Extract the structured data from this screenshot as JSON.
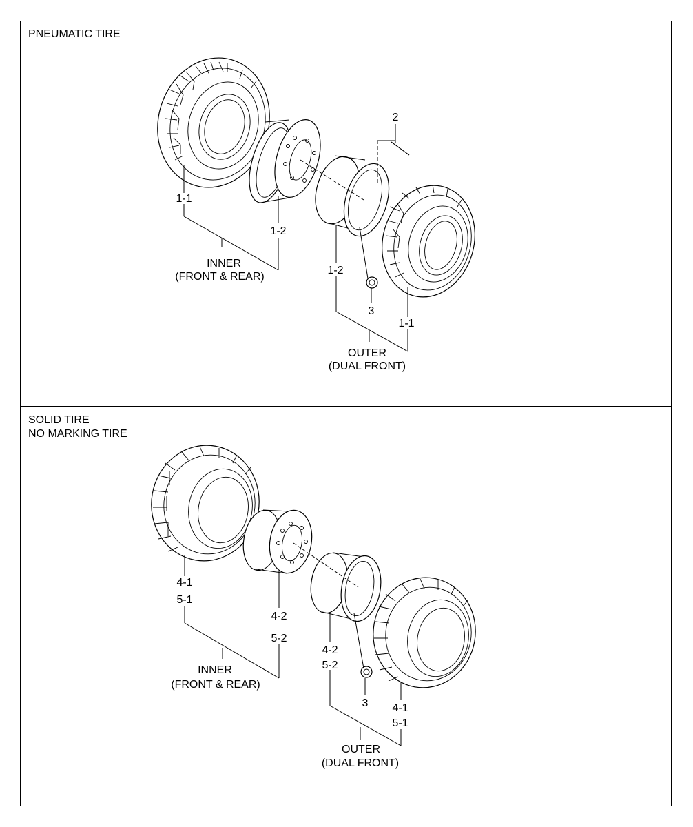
{
  "panels": {
    "pneumatic": {
      "title": "PNEUMATIC TIRE",
      "labels": {
        "inner_tire": "1-1",
        "inner_rim": "1-2",
        "inner_group": "INNER",
        "inner_group_sub": "(FRONT & REAR)",
        "valve": "2",
        "outer_rim": "1-2",
        "nut": "3",
        "outer_tire": "1-1",
        "outer_group": "OUTER",
        "outer_group_sub": "(DUAL FRONT)"
      }
    },
    "solid": {
      "title_line1": "SOLID TIRE",
      "title_line2": "NO MARKING TIRE",
      "labels": {
        "inner_tire_a": "4-1",
        "inner_tire_b": "5-1",
        "inner_rim_a": "4-2",
        "inner_rim_b": "5-2",
        "inner_group": "INNER",
        "inner_group_sub": "(FRONT & REAR)",
        "outer_rim_a": "4-2",
        "outer_rim_b": "5-2",
        "nut": "3",
        "outer_tire_a": "4-1",
        "outer_tire_b": "5-1",
        "outer_group": "OUTER",
        "outer_group_sub": "(DUAL FRONT)"
      }
    }
  }
}
